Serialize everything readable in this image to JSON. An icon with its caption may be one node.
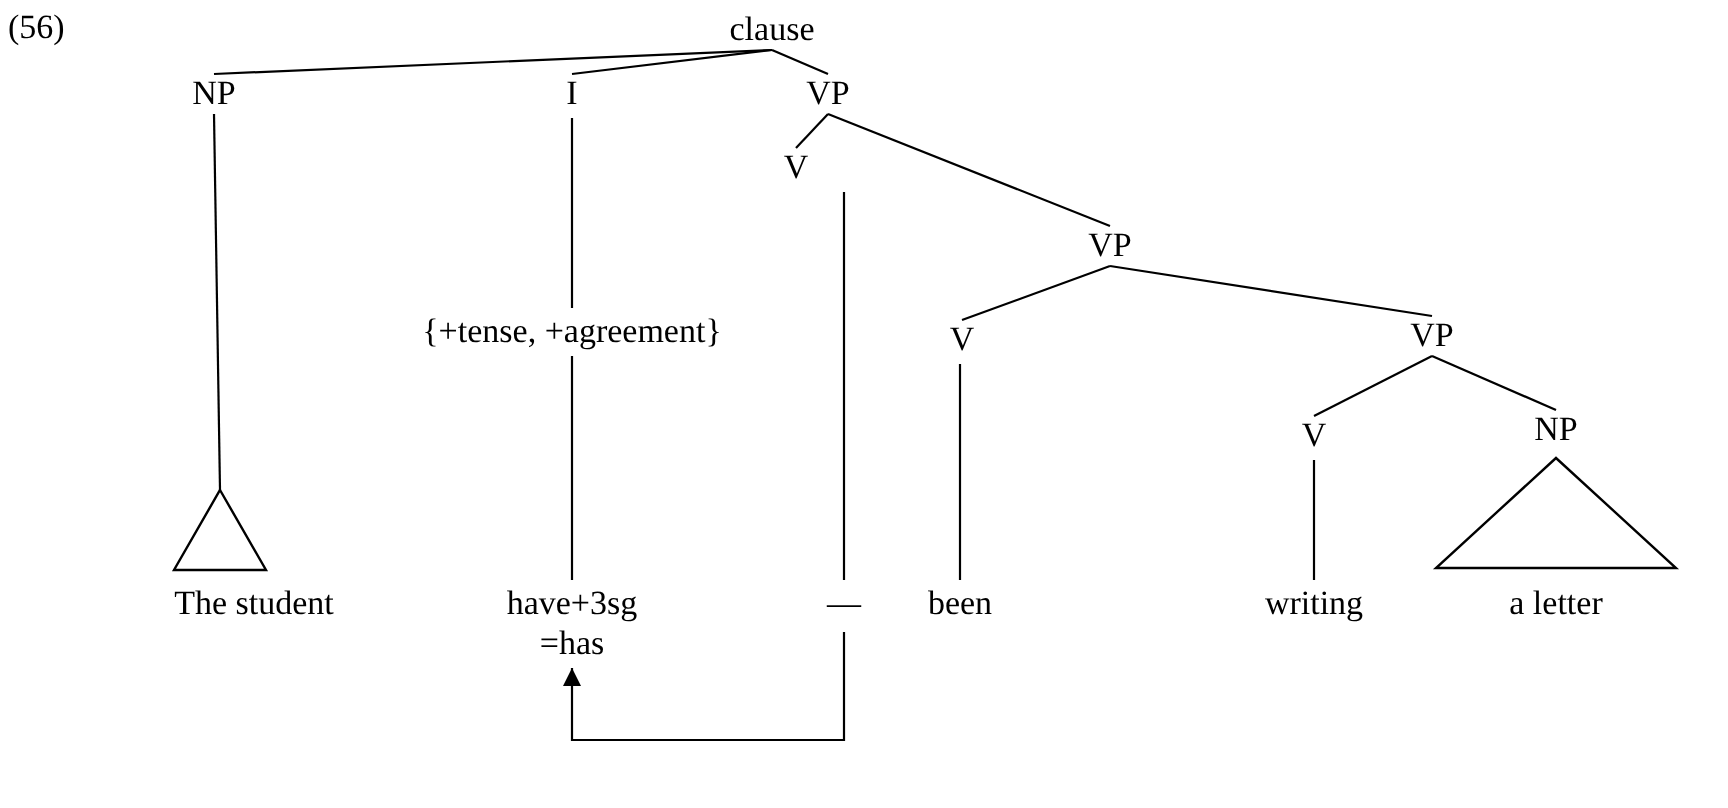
{
  "diagram": {
    "nodes": [
      {
        "text": [
          "clause"
        ]
      },
      {
        "text": [
          "NP"
        ]
      },
      {
        "text": [
          "I"
        ]
      },
      {
        "text": [
          "VP"
        ]
      },
      {
        "text": [
          "V"
        ]
      },
      {
        "text": [
          "VP"
        ]
      },
      {
        "text": [
          "{+tense, +agreement}"
        ]
      },
      {
        "text": [
          "V"
        ]
      },
      {
        "text": [
          "VP"
        ]
      },
      {
        "text": [
          "V"
        ]
      },
      {
        "text": [
          "NP"
        ]
      },
      {
        "text": [],
        "shape": "triangle"
      },
      {
        "text": [
          "The student"
        ]
      },
      {
        "text": [
          "have+3sg =has"
        ]
      },
      {
        "text": [
          "—"
        ]
      },
      {
        "text": [
          "been"
        ]
      },
      {
        "text": [
          "writing"
        ]
      },
      {
        "text": [],
        "shape": "triangle"
      },
      {
        "text": [
          "a letter"
        ]
      }
    ],
    "edges": [
      {
        "from": 0,
        "to": 1,
        "arrow": "none"
      },
      {
        "from": 0,
        "to": 2,
        "arrow": "none"
      },
      {
        "from": 0,
        "to": 3,
        "arrow": "none"
      },
      {
        "from": 1,
        "to": 11,
        "arrow": "none"
      },
      {
        "from": 2,
        "to": 6,
        "arrow": "none"
      },
      {
        "from": 6,
        "to": 13,
        "arrow": "none"
      },
      {
        "from": 3,
        "to": 4,
        "arrow": "none"
      },
      {
        "from": 3,
        "to": 5,
        "arrow": "none"
      },
      {
        "from": 4,
        "to": 14,
        "arrow": "none"
      },
      {
        "from": 5,
        "to": 7,
        "arrow": "none"
      },
      {
        "from": 5,
        "to": 8,
        "arrow": "none"
      },
      {
        "from": 7,
        "to": 15,
        "arrow": "none"
      },
      {
        "from": 8,
        "to": 9,
        "arrow": "none"
      },
      {
        "from": 8,
        "to": 10,
        "arrow": "none"
      },
      {
        "from": 9,
        "to": 16,
        "arrow": "none"
      },
      {
        "from": 14,
        "to": 13,
        "arrow": "to"
      }
    ],
    "labels": [
      "(56)"
    ]
  }
}
